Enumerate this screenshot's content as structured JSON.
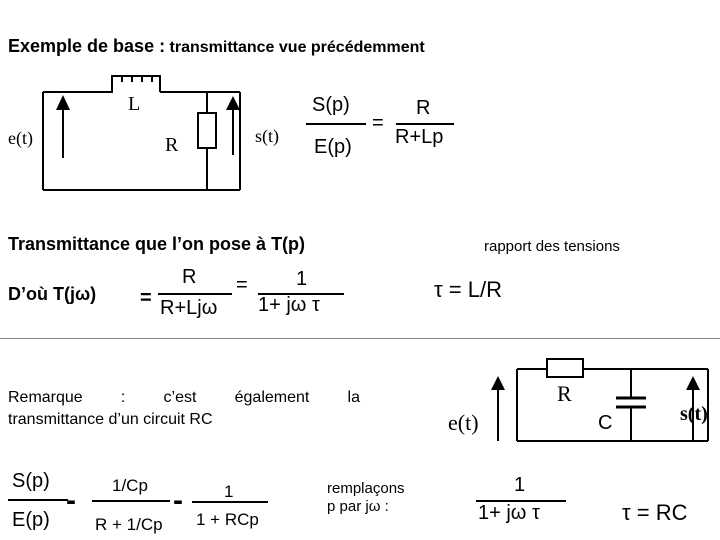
{
  "title": {
    "main": "Exemple de base :",
    "rest": " transmittance vue précédemment"
  },
  "circuit1": {
    "labels": {
      "e": "e(t)",
      "L": "L",
      "R": "R",
      "s": "s(t)"
    },
    "eq": {
      "lhs_num": "S(p)",
      "lhs_den": "E(p)",
      "eq": "=",
      "rhs_num": "R",
      "rhs_den": "R+Lp"
    }
  },
  "transmittance_line": "Transmittance que l’on pose à T(p)",
  "rapport": "rapport des tensions",
  "doou": {
    "prefix": "D’où T(jω)",
    "eq1": "=",
    "f1_num": "R",
    "f1_den": "R+Ljω",
    "eq2": "=",
    "f2_num": "1",
    "f2_den": "1+ jω τ"
  },
  "tau_L": "τ = L/R",
  "remarque": {
    "line1_words": [
      "Remarque",
      ":",
      "c’est",
      "également",
      "la"
    ],
    "line2": "transmittance d’un circuit RC"
  },
  "circuit2": {
    "labels": {
      "e": "e(t)",
      "R": "R",
      "C": "C",
      "s": "s(t)"
    }
  },
  "bottom_eq": {
    "lhs_num": "S(p)",
    "lhs_den": "E(p)",
    "sep1": "-",
    "f1_num": "1/Cp",
    "f1_den": "R + 1/Cp",
    "sep2": "-",
    "f2_num": "1",
    "f2_den": "1 + RCp"
  },
  "remplacons": {
    "line1": "remplaçons",
    "line2": "p par jω :"
  },
  "result": {
    "num": "1",
    "den": "1+ jω τ"
  },
  "tau_RC": "τ = RC"
}
